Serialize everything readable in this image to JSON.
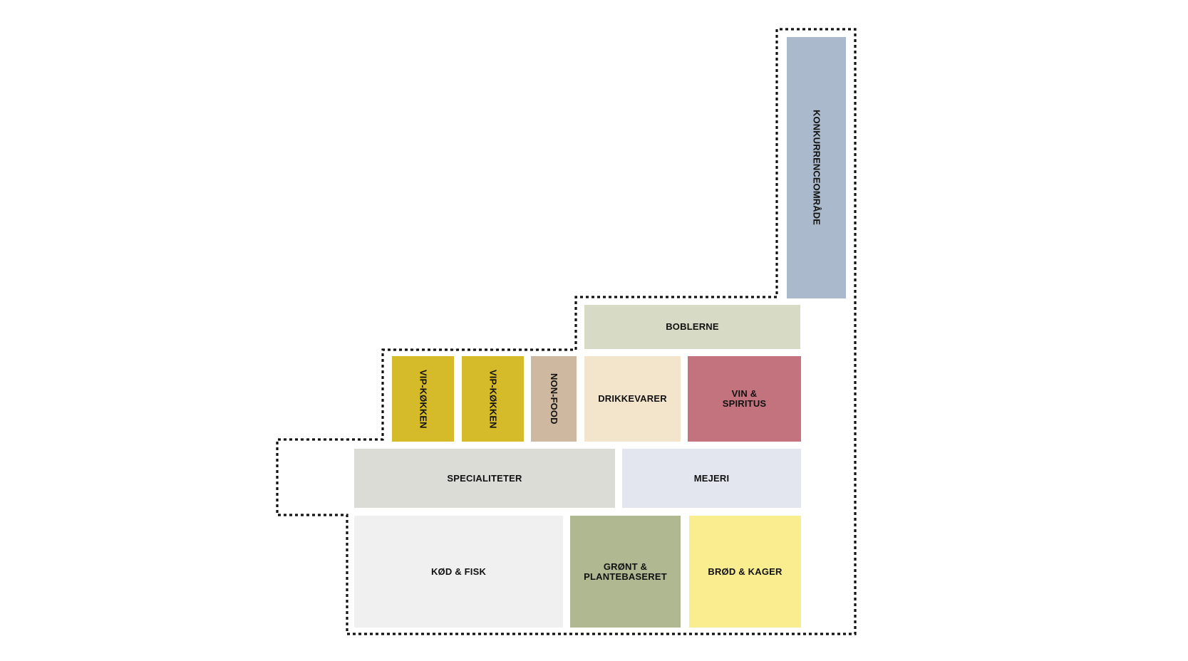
{
  "floorplan": {
    "zones": {
      "konkurrence": {
        "label": "KONKURRENCEOMRÅDE",
        "color": "#aab9cb"
      },
      "boblerne": {
        "label": "BOBLERNE",
        "color": "#d7dac4"
      },
      "vip1": {
        "label": "VIP-KØKKEN",
        "color": "#d5bb2a"
      },
      "vip2": {
        "label": "VIP-KØKKEN",
        "color": "#d5bb2a"
      },
      "nonfood": {
        "label": "NON-FOOD",
        "color": "#cfb8a0"
      },
      "drikkevarer": {
        "label": "DRIKKEVARER",
        "color": "#f3e5cc"
      },
      "vin": {
        "label": "VIN &\nSPIRITUS",
        "color": "#c2737e"
      },
      "specialiteter": {
        "label": "SPECIALITETER",
        "color": "#dcdcd6"
      },
      "mejeri": {
        "label": "MEJERI",
        "color": "#e3e6ef"
      },
      "kod": {
        "label": "KØD & FISK",
        "color": "#f0f0f0"
      },
      "gront": {
        "label": "GRØNT &\nPLANTEBASERET",
        "color": "#b0b891"
      },
      "brod": {
        "label": "BRØD & KAGER",
        "color": "#f9ed8f"
      }
    },
    "outline_style": "dotted"
  }
}
